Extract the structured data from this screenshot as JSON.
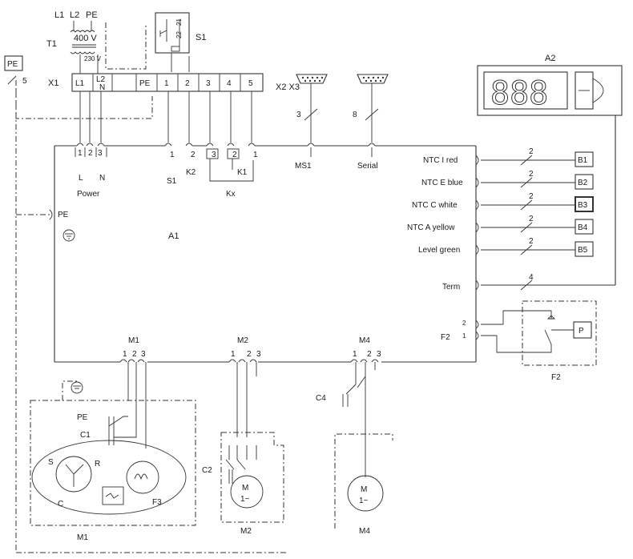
{
  "supply": {
    "l1": "L1",
    "l2": "L2",
    "pe": "PE"
  },
  "transformer": {
    "label": "T1",
    "primary": "400 V",
    "secondary": "230 V"
  },
  "pe_tag": {
    "label": "PE",
    "wire": "5"
  },
  "s1_switch": {
    "label": "S1",
    "contacts": [
      "22",
      "21"
    ]
  },
  "terminal_x1": {
    "label": "X1",
    "cells": [
      "L1",
      "L2",
      "PE",
      "1",
      "2",
      "3",
      "4",
      "5"
    ],
    "l2_sub": "N"
  },
  "connectors": {
    "x2_x3": "X2 X3",
    "ms1_wires": "3",
    "serial_wires": "8"
  },
  "display_a2": {
    "label": "A2",
    "digits": "888"
  },
  "board": {
    "label": "A1",
    "pins": [
      "1",
      "2",
      "3"
    ],
    "power_labels": [
      "L",
      "N"
    ],
    "power_caption": "Power",
    "s1": "S1",
    "k2": "K2",
    "k1": "K1",
    "kx": "Kx",
    "ms1": "MS1",
    "serial": "Serial",
    "pe": "PE",
    "m1": "M1",
    "m2": "M2",
    "m4": "M4",
    "f2": "F2",
    "f2_pins": [
      "2",
      "1"
    ]
  },
  "sensors": [
    {
      "label": "NTC I red",
      "wires": "2",
      "id": "B1"
    },
    {
      "label": "NTC E blue",
      "wires": "2",
      "id": "B2"
    },
    {
      "label": "NTC C white",
      "wires": "2",
      "id": "B3"
    },
    {
      "label": "NTC A yellow",
      "wires": "2",
      "id": "B4"
    },
    {
      "label": "Level green",
      "wires": "2",
      "id": "B5"
    }
  ],
  "term": {
    "label": "Term",
    "wires": "4"
  },
  "pressure_switch": {
    "label": "F2",
    "p": "P"
  },
  "motor_m1": {
    "label": "M1",
    "pe": "PE",
    "c1": "C1",
    "s": "S",
    "r": "R",
    "c": "C",
    "f3": "F3"
  },
  "motor_m2": {
    "label": "M2",
    "c2": "C2",
    "m": "M",
    "phase": "1~"
  },
  "motor_m4": {
    "label": "M4",
    "c4": "C4",
    "m": "M",
    "phase": "1~"
  }
}
